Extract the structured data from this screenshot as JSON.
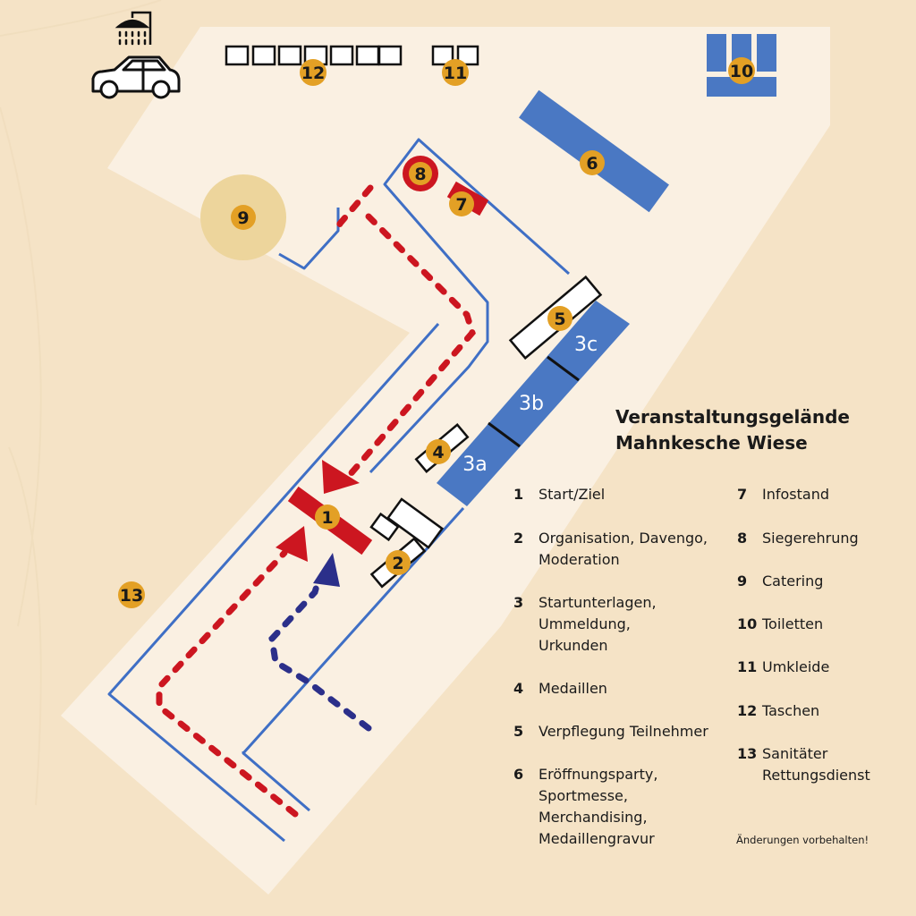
{
  "map": {
    "title_line1": "Veranstaltungsgelände",
    "title_line2": "Mahnkesche Wiese",
    "note": "Änderungen vorbehalten!",
    "icons": [
      "shower-icon",
      "car-icon"
    ],
    "colors": {
      "background": "#f5e3c6",
      "site": "#faf0e2",
      "path_blue": "#3f6fc5",
      "zone_blue": "#4a78c3",
      "red": "#cc1620",
      "navy": "#2b2f8a",
      "badge": "#e3a025",
      "catering_circle": "#edd59c"
    },
    "badges": {
      "b1": "1",
      "b2": "2",
      "b4": "4",
      "b5": "5",
      "b6": "6",
      "b7": "7",
      "b8": "8",
      "b9": "9",
      "b10": "10",
      "b11": "11",
      "b12": "12",
      "b13": "13"
    },
    "zones": {
      "z3a": "3a",
      "z3b": "3b",
      "z3c": "3c"
    },
    "legend": [
      {
        "num": "1",
        "text": "Start/Ziel"
      },
      {
        "num": "2",
        "text": "Organisation, Davengo,\nModeration"
      },
      {
        "num": "3",
        "text": "Startunterlagen,\nUmmeldung,\nUrkunden"
      },
      {
        "num": "4",
        "text": "Medaillen"
      },
      {
        "num": "5",
        "text": "Verpflegung Teilnehmer"
      },
      {
        "num": "6",
        "text": "Eröffnungsparty,\nSportmesse,\nMerchandising,\nMedaillengravur"
      },
      {
        "num": "7",
        "text": "Infostand"
      },
      {
        "num": "8",
        "text": "Siegerehrung"
      },
      {
        "num": "9",
        "text": "Catering"
      },
      {
        "num": "10",
        "text": "Toiletten"
      },
      {
        "num": "11",
        "text": "Umkleide"
      },
      {
        "num": "12",
        "text": "Taschen"
      },
      {
        "num": "13",
        "text": "Sanitäter\nRettungsdienst"
      }
    ]
  }
}
